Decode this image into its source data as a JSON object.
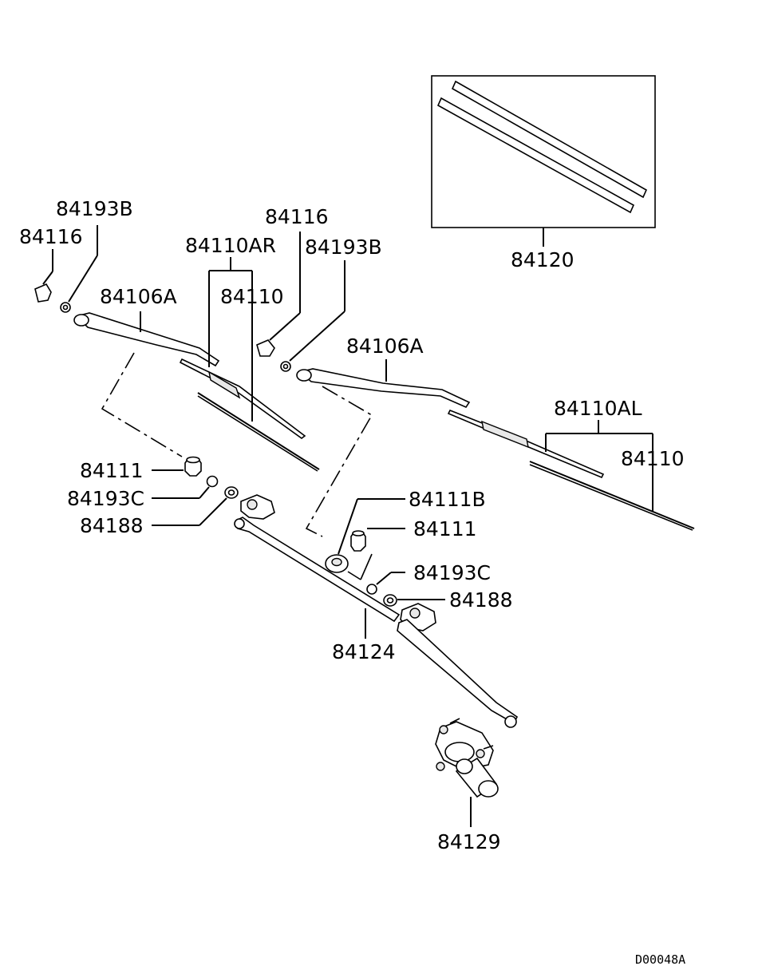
{
  "diagram": {
    "labels": {
      "l_84193B_left": "84193B",
      "l_84116_left": "84116",
      "l_84106A_left": "84106A",
      "l_84110AR": "84110AR",
      "l_84110_left": "84110",
      "l_84116_mid": "84116",
      "l_84193B_mid": "84193B",
      "l_84106A_right": "84106A",
      "l_84110AL": "84110AL",
      "l_84110_right": "84110",
      "l_84120": "84120",
      "l_84111_left": "84111",
      "l_84193C_left": "84193C",
      "l_84188_left": "84188",
      "l_84111B": "84111B",
      "l_84111_right": "84111",
      "l_84193C_right": "84193C",
      "l_84188_right": "84188",
      "l_84124": "84124",
      "l_84129": "84129"
    },
    "drawing_code": "D00048A"
  }
}
